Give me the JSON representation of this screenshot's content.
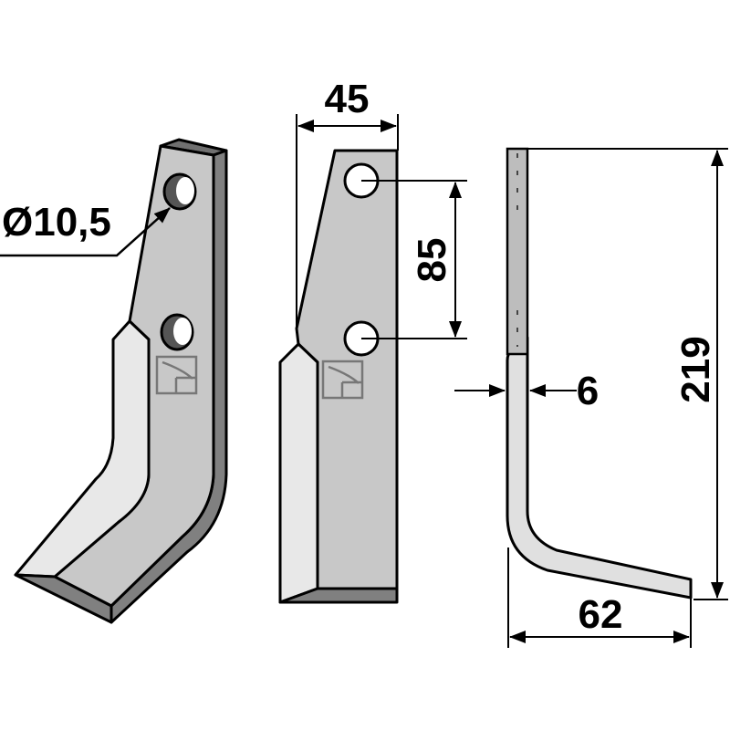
{
  "drawing": {
    "dimensions": {
      "hole_diameter": "Ø10,5",
      "width": "45",
      "hole_spacing": "85",
      "total_height": "219",
      "thickness": "6",
      "foot_length": "62"
    },
    "colors": {
      "face": "#c8c8c8",
      "bevel": "#e8e8e8",
      "edge": "#808080",
      "outline": "#000000"
    }
  }
}
